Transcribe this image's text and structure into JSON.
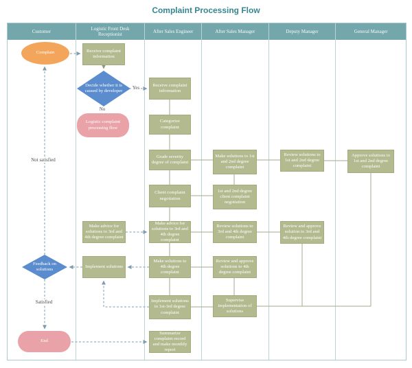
{
  "title": "Complaint Processing Flow",
  "lanes": [
    "Customer",
    "Logistic Front Desk Receptionist",
    "After Sales Engineer",
    "After Sales Manager",
    "Deputy Manager",
    "General Manager"
  ],
  "labels": {
    "yes": "Yes",
    "no": "No",
    "not_satisfied": "Not satisfied",
    "satisfied": "Satisfied"
  },
  "nodes": [
    {
      "label": "Complain",
      "shape": "ellipse",
      "lane": "Customer"
    },
    {
      "label": "Feedback on solutions",
      "shape": "diamond",
      "lane": "Customer"
    },
    {
      "label": "End",
      "shape": "stadium",
      "lane": "Customer"
    },
    {
      "label": "Receive complaint information",
      "shape": "process",
      "lane": "Logistic Front Desk Receptionist"
    },
    {
      "label": "Decide whether it is caused by developer",
      "shape": "diamond",
      "lane": "Logistic Front Desk Receptionist"
    },
    {
      "label": "Logistic complaint processing flow",
      "shape": "stadium",
      "lane": "Logistic Front Desk Receptionist"
    },
    {
      "label": "Make advice for solutions to 3rd and 4th degree complaint",
      "shape": "process",
      "lane": "Logistic Front Desk Receptionist"
    },
    {
      "label": "Implement solutions",
      "shape": "process",
      "lane": "Logistic Front Desk Receptionist"
    },
    {
      "label": "Receive complaint information",
      "shape": "process",
      "lane": "After Sales Engineer"
    },
    {
      "label": "Categorize complaint",
      "shape": "process",
      "lane": "After Sales Engineer"
    },
    {
      "label": "Grade severity degree of complaint",
      "shape": "process",
      "lane": "After Sales Engineer"
    },
    {
      "label": "Client complaint negotiation",
      "shape": "process",
      "lane": "After Sales Engineer"
    },
    {
      "label": "Make advice for solutions to 3rd and 4th degree complaint",
      "shape": "process",
      "lane": "After Sales Engineer"
    },
    {
      "label": "Make solutions to 4th degree complaint",
      "shape": "process",
      "lane": "After Sales Engineer"
    },
    {
      "label": "Implement solutions to 1st-3rd degree complaint",
      "shape": "process",
      "lane": "After Sales Engineer"
    },
    {
      "label": "Summarize complaint record and make monthly report",
      "shape": "process",
      "lane": "After Sales Engineer"
    },
    {
      "label": "Make solutions to 1st and 2nd degree complaint",
      "shape": "process",
      "lane": "After Sales Manager"
    },
    {
      "label": "1st and 2nd degree client complaint negotiation",
      "shape": "process",
      "lane": "After Sales Manager"
    },
    {
      "label": "Review solutions to 3rd and 4th degree complaint",
      "shape": "process",
      "lane": "After Sales Manager"
    },
    {
      "label": "Review and approve solutions to 4th degree complaint",
      "shape": "process",
      "lane": "After Sales Manager"
    },
    {
      "label": "Supervise implementation of solutions",
      "shape": "process",
      "lane": "After Sales Manager"
    },
    {
      "label": "Review solutions to 1st and 2nd degree complaint",
      "shape": "process",
      "lane": "Deputy Manager"
    },
    {
      "label": "Review and approve solution to 3rd and 4th degree complaint",
      "shape": "process",
      "lane": "Deputy Manager"
    },
    {
      "label": "Approve solutions to 1st and 2nd degree complaint",
      "shape": "process",
      "lane": "General Manager"
    }
  ],
  "colors": {
    "title": "#35868F",
    "lane_header_bg": "#74A7AC",
    "lane_border": "#BAD5D8",
    "process_fill": "#B4BA8F",
    "diamond_fill": "#5B8CCE",
    "terminator_fill": "#E9A2A7",
    "start_fill": "#F3A65B",
    "solid_connector": "#9FAA8C",
    "dashed_connector": "#7E9CAD"
  }
}
